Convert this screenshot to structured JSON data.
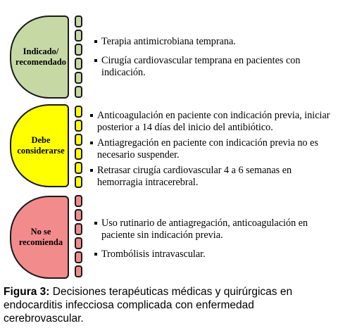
{
  "sections": [
    {
      "label": "Indicado/ recomendado",
      "color": "#c6d9a5",
      "items": [
        "Terapia antimicrobiana temprana.",
        "Cirugía cardiovascular temprana en pacientes con indicación."
      ]
    },
    {
      "label": "Debe considerarse",
      "color": "#ffff00",
      "items": [
        "Anticoagulación en paciente con indicación previa, iniciar posterior a 14 días del inicio del antibiótico.",
        "Antiagregación en paciente con indicación previa no es necesario suspender.",
        "Retrasar cirugía cardiovascular 4 a 6 semanas en hemorragia intracerebral."
      ]
    },
    {
      "label": "No se recomienda",
      "color": "#f28b8b",
      "items": [
        "Uso rutinario de antiagregación, anticoagulación en paciente sin indicación previa.",
        "Trombólisis intravascular."
      ]
    }
  ],
  "caption": {
    "prefix": "Figura 3:",
    "text": " Decisiones terapéuticas médicas y quirúrgicas en endocarditis infecciosa complicada con enfermedad cerebrovascular."
  }
}
